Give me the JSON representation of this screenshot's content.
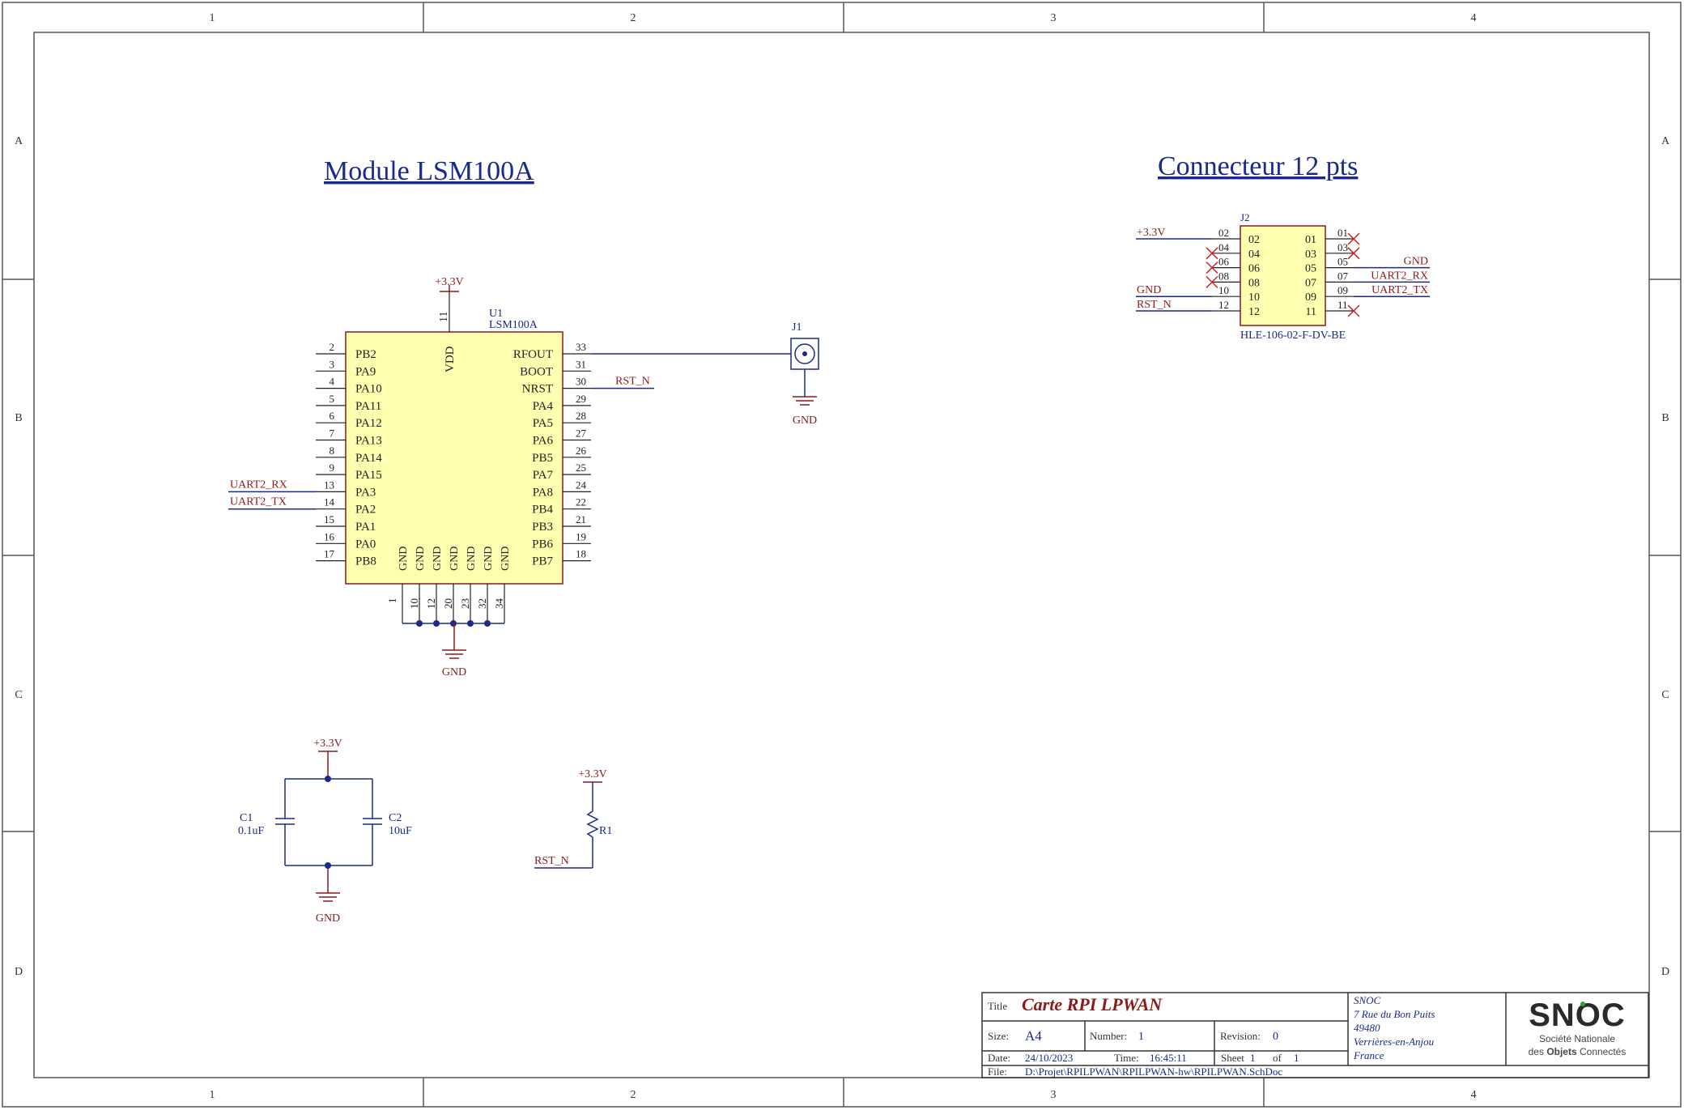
{
  "border": {
    "columns": [
      "1",
      "2",
      "3",
      "4"
    ],
    "rows": [
      "A",
      "B",
      "C",
      "D"
    ]
  },
  "headings": {
    "module": "Module LSM100A",
    "connector": "Connecteur 12 pts"
  },
  "u1": {
    "ref": "U1",
    "value": "LSM100A",
    "vdd_label": "VDD",
    "vdd_pin": "11",
    "power_net": "+3.3V",
    "left_pins": [
      {
        "num": "2",
        "name": "PB2",
        "net": ""
      },
      {
        "num": "3",
        "name": "PA9",
        "net": ""
      },
      {
        "num": "4",
        "name": "PA10",
        "net": ""
      },
      {
        "num": "5",
        "name": "PA11",
        "net": ""
      },
      {
        "num": "6",
        "name": "PA12",
        "net": ""
      },
      {
        "num": "7",
        "name": "PA13",
        "net": ""
      },
      {
        "num": "8",
        "name": "PA14",
        "net": ""
      },
      {
        "num": "9",
        "name": "PA15",
        "net": ""
      },
      {
        "num": "13",
        "name": "PA3",
        "net": "UART2_RX"
      },
      {
        "num": "14",
        "name": "PA2",
        "net": "UART2_TX"
      },
      {
        "num": "15",
        "name": "PA1",
        "net": ""
      },
      {
        "num": "16",
        "name": "PA0",
        "net": ""
      },
      {
        "num": "17",
        "name": "PB8",
        "net": ""
      }
    ],
    "right_pins": [
      {
        "num": "33",
        "name": "RFOUT",
        "net": ""
      },
      {
        "num": "31",
        "name": "BOOT",
        "net": ""
      },
      {
        "num": "30",
        "name": "NRST",
        "net": "RST_N"
      },
      {
        "num": "29",
        "name": "PA4",
        "net": ""
      },
      {
        "num": "28",
        "name": "PA5",
        "net": ""
      },
      {
        "num": "27",
        "name": "PA6",
        "net": ""
      },
      {
        "num": "26",
        "name": "PB5",
        "net": ""
      },
      {
        "num": "25",
        "name": "PA7",
        "net": ""
      },
      {
        "num": "24",
        "name": "PA8",
        "net": ""
      },
      {
        "num": "22",
        "name": "PB4",
        "net": ""
      },
      {
        "num": "21",
        "name": "PB3",
        "net": ""
      },
      {
        "num": "19",
        "name": "PB6",
        "net": ""
      },
      {
        "num": "18",
        "name": "PB7",
        "net": ""
      }
    ],
    "gnd_pins": [
      {
        "num": "1",
        "name": "GND"
      },
      {
        "num": "10",
        "name": "GND"
      },
      {
        "num": "12",
        "name": "GND"
      },
      {
        "num": "20",
        "name": "GND"
      },
      {
        "num": "23",
        "name": "GND"
      },
      {
        "num": "32",
        "name": "GND"
      },
      {
        "num": "34",
        "name": "GND"
      }
    ],
    "gnd_net": "GND"
  },
  "j1": {
    "ref": "J1",
    "gnd_net": "GND"
  },
  "j2": {
    "ref": "J2",
    "part": "HLE-106-02-F-DV-BE",
    "left_pins": [
      {
        "outer": "02",
        "inner": "02",
        "net": "+3.3V",
        "nc": false
      },
      {
        "outer": "04",
        "inner": "04",
        "net": "",
        "nc": true
      },
      {
        "outer": "06",
        "inner": "06",
        "net": "",
        "nc": true
      },
      {
        "outer": "08",
        "inner": "08",
        "net": "",
        "nc": true
      },
      {
        "outer": "10",
        "inner": "10",
        "net": "GND",
        "nc": false
      },
      {
        "outer": "12",
        "inner": "12",
        "net": "RST_N",
        "nc": false
      }
    ],
    "right_pins": [
      {
        "outer": "01",
        "inner": "01",
        "net": "",
        "nc": true
      },
      {
        "outer": "03",
        "inner": "03",
        "net": "",
        "nc": true
      },
      {
        "outer": "05",
        "inner": "05",
        "net": "GND",
        "nc": false
      },
      {
        "outer": "07",
        "inner": "07",
        "net": "UART2_RX",
        "nc": false
      },
      {
        "outer": "09",
        "inner": "09",
        "net": "UART2_TX",
        "nc": false
      },
      {
        "outer": "11",
        "inner": "11",
        "net": "",
        "nc": true
      }
    ]
  },
  "decoupling": {
    "power_net": "+3.3V",
    "gnd_net": "GND",
    "c1_ref": "C1",
    "c1_value": "0.1uF",
    "c2_ref": "C2",
    "c2_value": "10uF"
  },
  "pullup": {
    "power_net": "+3.3V",
    "ref": "R1",
    "net": "RST_N"
  },
  "title_block": {
    "title_label": "Title",
    "title": "Carte RPI LPWAN",
    "size_label": "Size:",
    "size": "A4",
    "number_label": "Number:",
    "number": "1",
    "revision_label": "Revision:",
    "revision": "0",
    "date_label": "Date:",
    "date": "24/10/2023",
    "time_label": "Time:",
    "time": "16:45:11",
    "sheet_label": "Sheet",
    "sheet": "1",
    "of_label": "of",
    "sheet_total": "1",
    "file_label": "File:",
    "file": "D:\\Projet\\RPILPWAN\\RPILPWAN-hw\\RPILPWAN.SchDoc",
    "address": [
      "SNOC",
      "7 Rue du Bon Puits",
      "49480",
      "Verrières-en-Anjou",
      "France"
    ],
    "logo_text": "SNOC",
    "logo_sub1": "Société Nationale",
    "logo_sub2_a": "des ",
    "logo_sub2_b": "Objets",
    "logo_sub2_c": " Connectés"
  },
  "colors": {
    "wire": "#1a2a8a",
    "power": "#8b1a1a",
    "body_fill": "#ffffb0",
    "body_stroke": "#8b1a1a",
    "frame": "#333333",
    "nc": "#cc2222",
    "junction": "#1a2a8a"
  }
}
